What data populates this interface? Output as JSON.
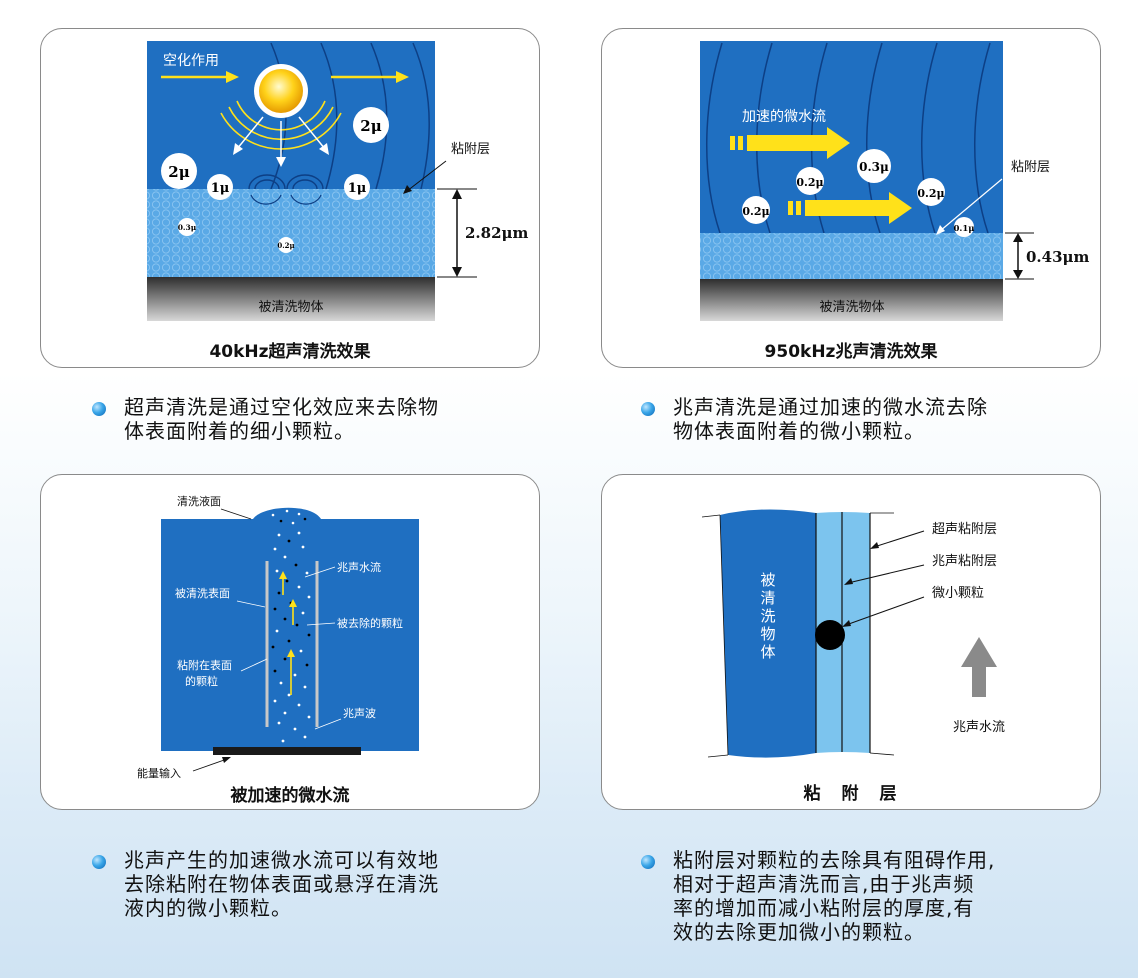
{
  "panel1": {
    "caption": "40kHz超声清洗效果",
    "cavitation_label": "空化作用",
    "adhesion_label": "粘附层",
    "object_label": "被清洗物体",
    "thickness": "2.82μm",
    "particles": [
      "2μ",
      "2μ",
      "1μ",
      "1μ",
      "0.3μ",
      "0.2μ"
    ]
  },
  "panel2": {
    "caption": "950kHz兆声清洗效果",
    "flow_label": "加速的微水流",
    "adhesion_label": "粘附层",
    "object_label": "被清洗物体",
    "thickness": "0.43μm",
    "particles": [
      "0.3μ",
      "0.2μ",
      "0.2μ",
      "0.2μ",
      "0.1μ"
    ]
  },
  "panel3": {
    "caption": "被加速的微水流",
    "liquid_surface": "清洗液面",
    "cleaned_surface": "被清洗表面",
    "mega_flow": "兆声水流",
    "removed_particles": "被去除的颗粒",
    "adhered_particles_1": "粘附在表面",
    "adhered_particles_2": "的颗粒",
    "mega_wave": "兆声波",
    "energy_input": "能量输入"
  },
  "panel4": {
    "caption": "粘　附　层",
    "object_chars": [
      "被",
      "清",
      "洗",
      "物",
      "体"
    ],
    "ultra_layer": "超声粘附层",
    "mega_layer": "兆声粘附层",
    "small_particle": "微小颗粒",
    "mega_flow": "兆声水流"
  },
  "bullets": {
    "b1": [
      "超声清洗是通过空化效应来去除物",
      "体表面附着的细小颗粒。"
    ],
    "b2": [
      "兆声清洗是通过加速的微水流去除",
      "物体表面附着的微小颗粒。"
    ],
    "b3": [
      "兆声产生的加速微水流可以有效地",
      "去除粘附在物体表面或悬浮在清洗",
      "液内的微小颗粒。"
    ],
    "b4": [
      "粘附层对颗粒的去除具有阻碍作用,",
      "相对于超声清洗而言,由于兆声频",
      "率的增加而减小粘附层的厚度,有",
      "效的去除更加微小的颗粒。"
    ]
  },
  "colors": {
    "water_blue": "#1f6fc1",
    "layer_blue": "#5aa9e6",
    "arrow_yellow": "#ffe11a",
    "object_gray": "#5a5a5a"
  }
}
